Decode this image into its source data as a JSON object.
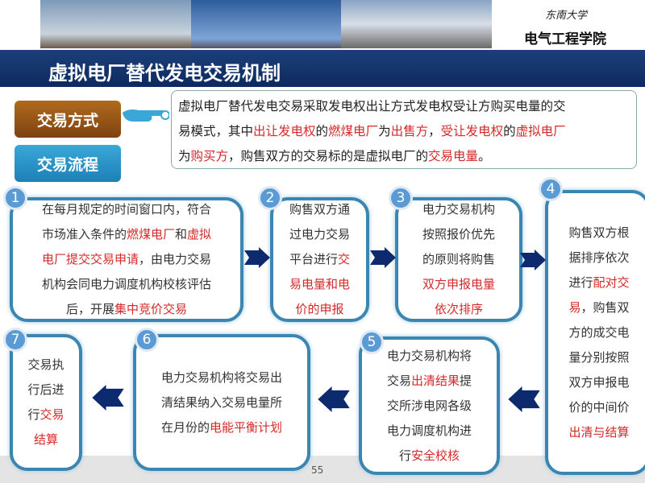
{
  "header": {
    "logo_text": "东南大学",
    "college": "电气工程学院"
  },
  "title": "虚拟电厂替代发电交易机制",
  "tags": {
    "mode": "交易方式",
    "flow": "交易流程"
  },
  "description": [
    [
      {
        "t": "虚拟电厂替代发电交易采取发电权出让方式发电权受让方购买电量的交"
      }
    ],
    [
      {
        "t": "易模式，其中"
      },
      {
        "t": "出让发电权",
        "r": 1
      },
      {
        "t": "的"
      },
      {
        "t": "燃煤电厂",
        "r": 1
      },
      {
        "t": "为"
      },
      {
        "t": "出售方",
        "r": 1
      },
      {
        "t": "，"
      },
      {
        "t": "受让发电权",
        "r": 1
      },
      {
        "t": "的"
      },
      {
        "t": "虚拟电厂",
        "r": 1
      }
    ],
    [
      {
        "t": "为"
      },
      {
        "t": "购买方",
        "r": 1
      },
      {
        "t": "，购售双方的交易标的是虚拟电厂的"
      },
      {
        "t": "交易电量",
        "r": 1
      },
      {
        "t": "。"
      }
    ]
  ],
  "steps": [
    {
      "num": "1",
      "lines": [
        [
          {
            "t": "在每月规定的时间窗口内，符合"
          }
        ],
        [
          {
            "t": "市场准入条件的"
          },
          {
            "t": "燃煤电厂",
            "r": 1
          },
          {
            "t": "和"
          },
          {
            "t": "虚拟",
            "r": 1
          }
        ],
        [
          {
            "t": "电厂提交交易申请",
            "r": 1
          },
          {
            "t": "，由电力交易"
          }
        ],
        [
          {
            "t": "机构会同电力调度机构校核评估"
          }
        ],
        [
          {
            "t": "后，开展"
          },
          {
            "t": "集中竞价交易",
            "r": 1
          }
        ]
      ]
    },
    {
      "num": "2",
      "lines": [
        [
          {
            "t": "购售双方通"
          }
        ],
        [
          {
            "t": "过电力交易"
          }
        ],
        [
          {
            "t": "平台进行"
          },
          {
            "t": "交",
            "r": 1
          }
        ],
        [
          {
            "t": "易电量和电",
            "r": 1
          }
        ],
        [
          {
            "t": "价的申报",
            "r": 1
          }
        ]
      ]
    },
    {
      "num": "3",
      "lines": [
        [
          {
            "t": "电力交易机构"
          }
        ],
        [
          {
            "t": "按照报价优先"
          }
        ],
        [
          {
            "t": "的原则将购售"
          }
        ],
        [
          {
            "t": "双方申报电量",
            "r": 1
          }
        ],
        [
          {
            "t": "依次排序",
            "r": 1
          }
        ]
      ]
    },
    {
      "num": "4",
      "lines": [
        [
          {
            "t": "购售双方根"
          }
        ],
        [
          {
            "t": "据排序依次"
          }
        ],
        [
          {
            "t": "进行"
          },
          {
            "t": "配对交",
            "r": 1
          }
        ],
        [
          {
            "t": "易",
            "r": 1
          },
          {
            "t": "，购售双"
          }
        ],
        [
          {
            "t": "方的成交电"
          }
        ],
        [
          {
            "t": "量分别按照"
          }
        ],
        [
          {
            "t": "双方申报电"
          }
        ],
        [
          {
            "t": "价的中间价"
          }
        ],
        [
          {
            "t": "出清与结算",
            "r": 1
          }
        ]
      ]
    },
    {
      "num": "5",
      "lines": [
        [
          {
            "t": "电力交易机构将"
          }
        ],
        [
          {
            "t": "交易"
          },
          {
            "t": "出清结果",
            "r": 1
          },
          {
            "t": "提"
          }
        ],
        [
          {
            "t": "交所涉电网各级"
          }
        ],
        [
          {
            "t": "电力调度机构进"
          }
        ],
        [
          {
            "t": "行"
          },
          {
            "t": "安全校核",
            "r": 1
          }
        ]
      ]
    },
    {
      "num": "6",
      "lines": [
        [
          {
            "t": "电力交易机构将交易出"
          }
        ],
        [
          {
            "t": "清结果纳入交易电量所"
          }
        ],
        [
          {
            "t": "在月份的"
          },
          {
            "t": "电能平衡计划",
            "r": 1
          }
        ]
      ]
    },
    {
      "num": "7",
      "lines": [
        [
          {
            "t": "交易执"
          }
        ],
        [
          {
            "t": "行后进"
          }
        ],
        [
          {
            "t": "行"
          },
          {
            "t": "交易",
            "r": 1
          }
        ],
        [
          {
            "t": "结算",
            "r": 1
          }
        ]
      ]
    }
  ],
  "page_number": "55",
  "colors": {
    "navy": "#0d2a5e",
    "red": "#d42a2a",
    "box_border": "#3b86b0"
  }
}
